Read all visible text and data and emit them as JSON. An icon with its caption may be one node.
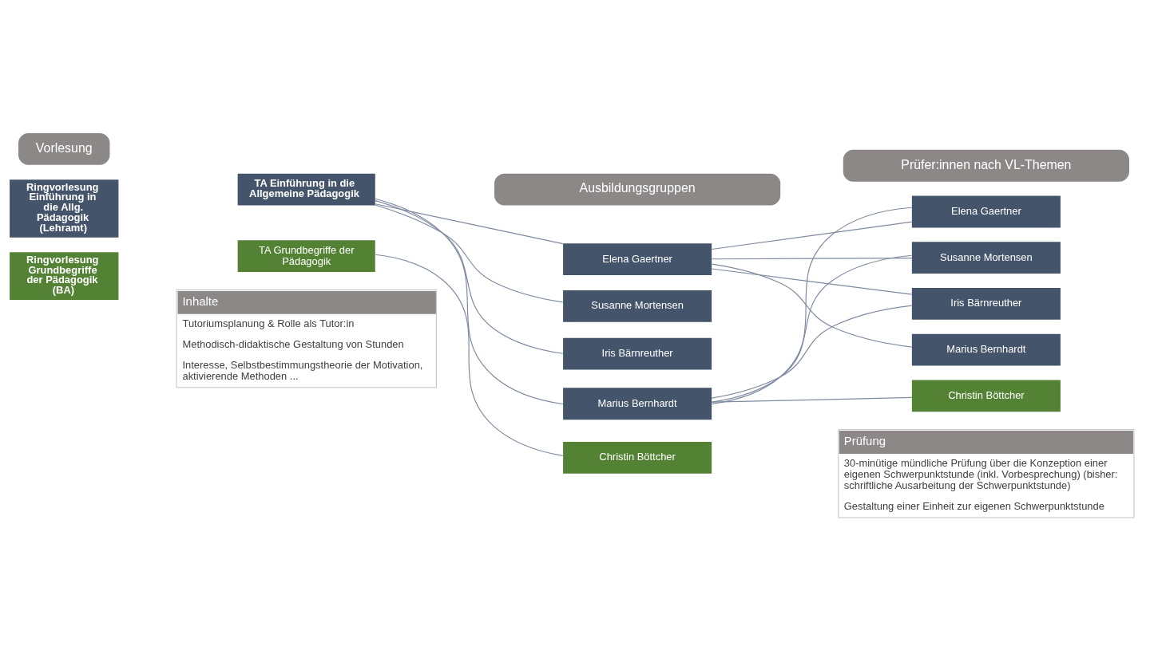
{
  "diagram": {
    "nodes": [
      {
        "text": [
          "Vorlesung"
        ]
      },
      {
        "text": [
          "Ausbildungsgruppen"
        ]
      },
      {
        "text": [
          "Prüfer:innen nach VL-Themen"
        ]
      },
      {
        "text": [
          "Ringvorlesung Einführung in die Allg. Pädagogik",
          "(Lehramt)"
        ]
      },
      {
        "text": [
          "TA Einführung in die Allgemeine Pädagogik"
        ]
      },
      {
        "text": [
          "Elena Gaertner"
        ]
      },
      {
        "text": [
          "Susanne Mortensen"
        ]
      },
      {
        "text": [
          "Iris Bärnreuther"
        ]
      },
      {
        "text": [
          "Marius Bernhardt"
        ]
      },
      {
        "text": [
          "Elena Gaertner"
        ]
      },
      {
        "text": [
          "Susanne Mortensen"
        ]
      },
      {
        "text": [
          "Iris Bärnreuther"
        ]
      },
      {
        "text": [
          "Marius Bernhardt"
        ]
      },
      {
        "text": [
          "Christin Böttcher"
        ]
      },
      {
        "text": [
          "Ringvorlesung Grundbegriffe der Pädagogik",
          "(BA)"
        ]
      },
      {
        "text": [
          "TA Grundbegriffe der Pädagogik"
        ]
      },
      {
        "text": [
          "Christin Böttcher"
        ]
      },
      {
        "text": [
          "Inhalte",
          "Tutoriumsplanung & Rolle als Tutor:in",
          "Methodisch-didaktische Gestaltung von Stunden",
          "Interesse, Selbstbestimmungstheorie der Motivation, aktivierende Methoden ..."
        ]
      },
      {
        "text": [
          "Prüfung",
          "30-minütige mündliche Prüfung über die Konzeption einer eigenen Schwerpunktstunde (inkl. Vorbesprechung) (bisher: schriftliche Ausarbeitung der Schwerpunktstunde)",
          "Gestaltung einer Einheit zur eigenen Schwerpunktstunde"
        ]
      }
    ],
    "edges": [
      {
        "from": 4,
        "to": 5,
        "arrow": "none"
      },
      {
        "from": 4,
        "to": 6,
        "arrow": "none"
      },
      {
        "from": 4,
        "to": 7,
        "arrow": "none"
      },
      {
        "from": 4,
        "to": 8,
        "arrow": "none"
      },
      {
        "from": 15,
        "to": 16,
        "arrow": "none"
      },
      {
        "from": 5,
        "to": 9,
        "arrow": "none"
      },
      {
        "from": 5,
        "to": 10,
        "arrow": "none"
      },
      {
        "from": 5,
        "to": 11,
        "arrow": "none"
      },
      {
        "from": 5,
        "to": 12,
        "arrow": "none"
      },
      {
        "from": 8,
        "to": 9,
        "arrow": "none"
      },
      {
        "from": 8,
        "to": 10,
        "arrow": "none"
      },
      {
        "from": 8,
        "to": 11,
        "arrow": "none"
      },
      {
        "from": 8,
        "to": 13,
        "arrow": "none"
      }
    ]
  }
}
